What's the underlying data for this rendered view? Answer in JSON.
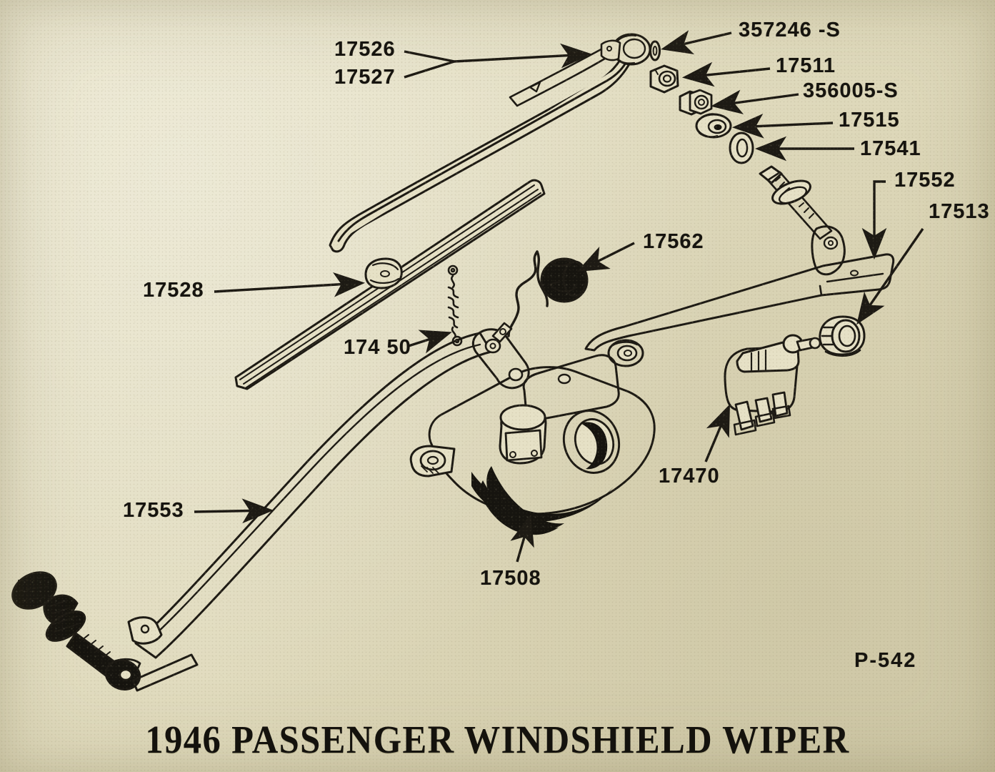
{
  "document": {
    "title": "1946 PASSENGER WINDSHIELD WIPER",
    "plate_number": "P-542",
    "type": "exploded parts illustration",
    "paper_color": "#e3dec2",
    "ink_color": "#1d1a14"
  },
  "callouts": [
    {
      "id": "c-17526",
      "part_number": "17526",
      "points_to": "wiper-arm-upper",
      "leader": "branch-arrow-right"
    },
    {
      "id": "c-17527",
      "part_number": "17527",
      "points_to": "wiper-arm-upper",
      "leader": "branch-arrow-right"
    },
    {
      "id": "c-357246S",
      "part_number": "357246 -S",
      "points_to": "retainer-clip",
      "leader": "arrow-left"
    },
    {
      "id": "c-17511",
      "part_number": "17511",
      "points_to": "nut-17511",
      "leader": "arrow-left"
    },
    {
      "id": "c-356005S",
      "part_number": "356005-S",
      "points_to": "hex-nut",
      "leader": "arrow-left"
    },
    {
      "id": "c-17515",
      "part_number": "17515",
      "points_to": "bushing-17515",
      "leader": "arrow-left"
    },
    {
      "id": "c-17541",
      "part_number": "17541",
      "points_to": "washer-17541",
      "leader": "arrow-left"
    },
    {
      "id": "c-17552",
      "part_number": "17552",
      "points_to": "link-bar",
      "leader": "elbow-arrow-down"
    },
    {
      "id": "c-17513",
      "part_number": "17513",
      "points_to": "knurled-nut",
      "leader": "arrow-diagonal"
    },
    {
      "id": "c-17562",
      "part_number": "17562",
      "points_to": "grommet",
      "leader": "arrow-left-down"
    },
    {
      "id": "c-17528",
      "part_number": "17528",
      "points_to": "wiper-blade",
      "leader": "arrow-right"
    },
    {
      "id": "c-17450",
      "part_number": "174 50",
      "points_to": "coil-spring",
      "leader": "arrow-right-up"
    },
    {
      "id": "c-17553",
      "part_number": "17553",
      "points_to": "wiper-arm-lower",
      "leader": "arrow-right"
    },
    {
      "id": "c-17508",
      "part_number": "17508",
      "points_to": "wiper-motor",
      "leader": "arrow-up"
    },
    {
      "id": "c-17470",
      "part_number": "17470",
      "points_to": "vacuum-connector",
      "leader": "arrow-up-right"
    }
  ],
  "parts": [
    {
      "name": "wiper-arm-upper",
      "label": "upper wiper arm"
    },
    {
      "name": "wiper-blade",
      "label": "wiper blade"
    },
    {
      "name": "wiper-arm-lower",
      "label": "lower wiper arm"
    },
    {
      "name": "wiper-motor",
      "label": "wiper motor assembly"
    },
    {
      "name": "link-bar",
      "label": "drive link bar"
    },
    {
      "name": "pivot-shaft-right",
      "label": "right pivot shaft"
    },
    {
      "name": "pivot-shaft-left",
      "label": "left pivot shaft"
    },
    {
      "name": "coil-spring",
      "label": "coil spring"
    },
    {
      "name": "grommet",
      "label": "rubber grommet"
    },
    {
      "name": "vacuum-connector",
      "label": "vacuum connector"
    },
    {
      "name": "knurled-nut",
      "label": "knurled nut"
    },
    {
      "name": "retainer-clip",
      "label": "retainer clip"
    },
    {
      "name": "nut-17511",
      "label": "nut"
    },
    {
      "name": "hex-nut",
      "label": "hex nut"
    },
    {
      "name": "bushing-17515",
      "label": "bushing"
    },
    {
      "name": "washer-17541",
      "label": "washer"
    }
  ]
}
